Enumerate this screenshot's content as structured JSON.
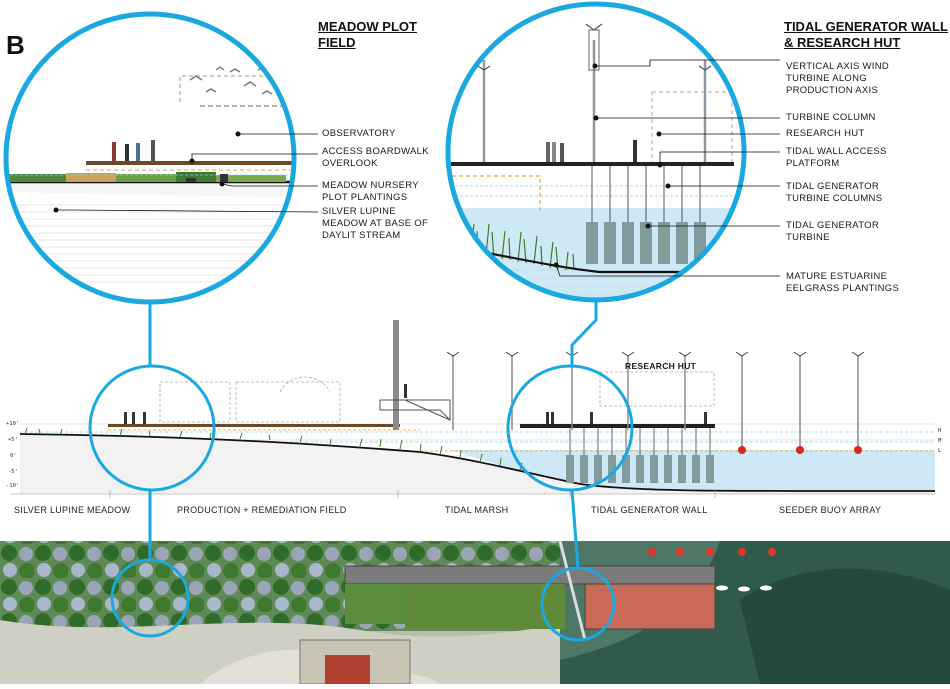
{
  "panel_letter": "B",
  "left_callout": {
    "title": [
      "MEADOW PLOT",
      "FIELD"
    ],
    "labels": [
      {
        "lines": [
          "OBSERVATORY"
        ]
      },
      {
        "lines": [
          "ACCESS BOARDWALK",
          "OVERLOOK"
        ]
      },
      {
        "lines": [
          "MEADOW NURSERY",
          "PLOT PLANTINGS"
        ]
      },
      {
        "lines": [
          "SILVER LUPINE",
          "MEADOW AT BASE OF",
          "DAYLIT STREAM"
        ]
      }
    ]
  },
  "right_callout": {
    "title": [
      "TIDAL GENERATOR WALL",
      "& RESEARCH HUT"
    ],
    "labels": [
      {
        "lines": [
          "VERTICAL AXIS WIND",
          "TURBINE ALONG",
          "PRODUCTION AXIS"
        ]
      },
      {
        "lines": [
          "TURBINE COLUMN"
        ]
      },
      {
        "lines": [
          "RESEARCH HUT"
        ]
      },
      {
        "lines": [
          "TIDAL WALL ACCESS",
          "PLATFORM"
        ]
      },
      {
        "lines": [
          "TIDAL GENERATOR",
          "TURBINE COLUMNS"
        ]
      },
      {
        "lines": [
          "TIDAL GENERATOR",
          "TURBINE"
        ]
      },
      {
        "lines": [
          "MATURE ESTUARINE",
          "EELGRASS PLANTINGS"
        ]
      }
    ]
  },
  "section": {
    "research_hut_label": "RESEARCH HUT",
    "elevation_marks": [
      "+10'",
      "+5'",
      "0'",
      "-5'",
      "-10'"
    ],
    "tide_marks": [
      "H",
      "M",
      "L"
    ],
    "zones": [
      "SILVER LUPINE MEADOW",
      "PRODUCTION + REMEDIATION FIELD",
      "TIDAL MARSH",
      "TIDAL GENERATOR WALL",
      "SEEDER BUOY ARRAY"
    ]
  },
  "colors": {
    "callout_ring": "#19a8e0",
    "water": "#cfe8f5",
    "grass": "#3f7d2a",
    "boardwalk": "#6b4a2a",
    "dashed_orange": "#f0a030",
    "buoy": "#d62a1c",
    "plan_bg": "#6f8f77"
  }
}
